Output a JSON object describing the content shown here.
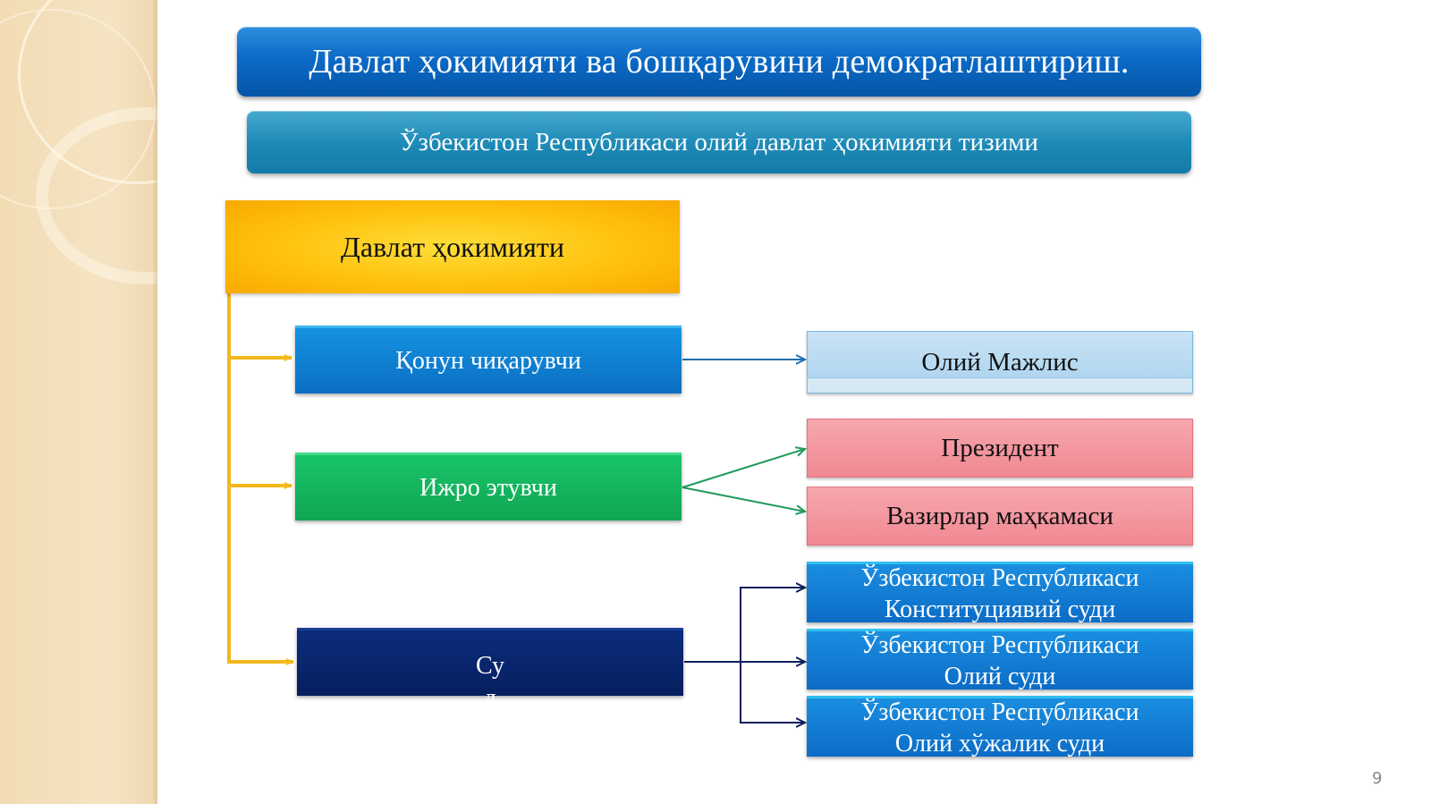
{
  "title": "Давлат ҳокимияти ва бошқарувини демократлаштириш.",
  "subtitle": "Ўзбекистон Республикаси олий давлат ҳокимияти тизими",
  "root": {
    "label": "Давлат ҳокимияти"
  },
  "branches": {
    "legislative": {
      "label": "Қонун чиқарувчи"
    },
    "executive": {
      "label": "Ижро этувчи"
    },
    "judicial": {
      "label": "Суд"
    }
  },
  "targets": {
    "majlis": "Олий Мажлис",
    "president": "Президент",
    "ministers": "Вазирлар маҳкамаси",
    "courts": [
      {
        "line1": "Ўзбекистон Республикаси",
        "line2": "Конституциявий суди"
      },
      {
        "line1": "Ўзбекистон Республикаси",
        "line2": "Олий суди"
      },
      {
        "line1": "Ўзбекистон Республикаси",
        "line2": "Олий хўжалик суди"
      }
    ]
  },
  "colors": {
    "trunk": "#f5b81c",
    "legislative_arrow": "#1f6fb0",
    "executive_arrow": "#1f9a5a",
    "judicial_arrow": "#0c1f5c"
  },
  "page_number": "9"
}
